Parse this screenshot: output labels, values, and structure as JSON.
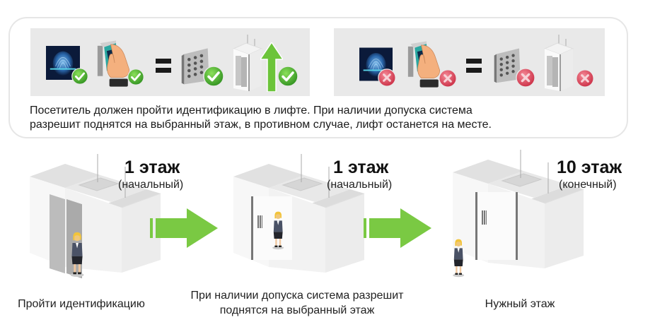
{
  "top_panel": {
    "allowed_row": {
      "items": [
        {
          "icon": "fingerprint-scanner-icon",
          "status": "check"
        },
        {
          "icon": "hand-card-reader-icon",
          "status": "check"
        },
        {
          "icon": "equals-icon"
        },
        {
          "icon": "elevator-keypad-icon",
          "status": "check"
        },
        {
          "icon": "elevator-up-arrow-icon",
          "status": "check"
        }
      ]
    },
    "denied_row": {
      "items": [
        {
          "icon": "fingerprint-scanner-icon",
          "status": "cross"
        },
        {
          "icon": "hand-card-reader-icon",
          "status": "cross"
        },
        {
          "icon": "equals-icon"
        },
        {
          "icon": "elevator-keypad-icon",
          "status": "cross"
        },
        {
          "icon": "elevator-icon",
          "status": "cross"
        }
      ]
    },
    "description": {
      "line1": "Посетитель должен пройти идентификацию в лифте. При наличии допуска система",
      "line2": "разрешит поднятся на выбранный этаж, в противном случае, лифт останется на месте."
    }
  },
  "steps": [
    {
      "floor": "1 этаж",
      "floor_note": "(начальный)",
      "caption_line1": "Пройти идентификацию",
      "caption_line2": ""
    },
    {
      "floor": "1 этаж",
      "floor_note": "(начальный)",
      "caption_line1": "При наличии допуска система разрешит",
      "caption_line2": "поднятся на выбранный этаж"
    },
    {
      "floor": "10 этаж",
      "floor_note": "(конечный)",
      "caption_line1": "Нужный этаж",
      "caption_line2": ""
    }
  ],
  "colors": {
    "panel_bg": "#e9e9e9",
    "arrow_green": "#7ac943",
    "check_green": "#4caf30",
    "cross_red": "#e0455a",
    "fingerprint_bg": "#0b1a3a",
    "fingerprint_glow": "#4fa3e0"
  }
}
